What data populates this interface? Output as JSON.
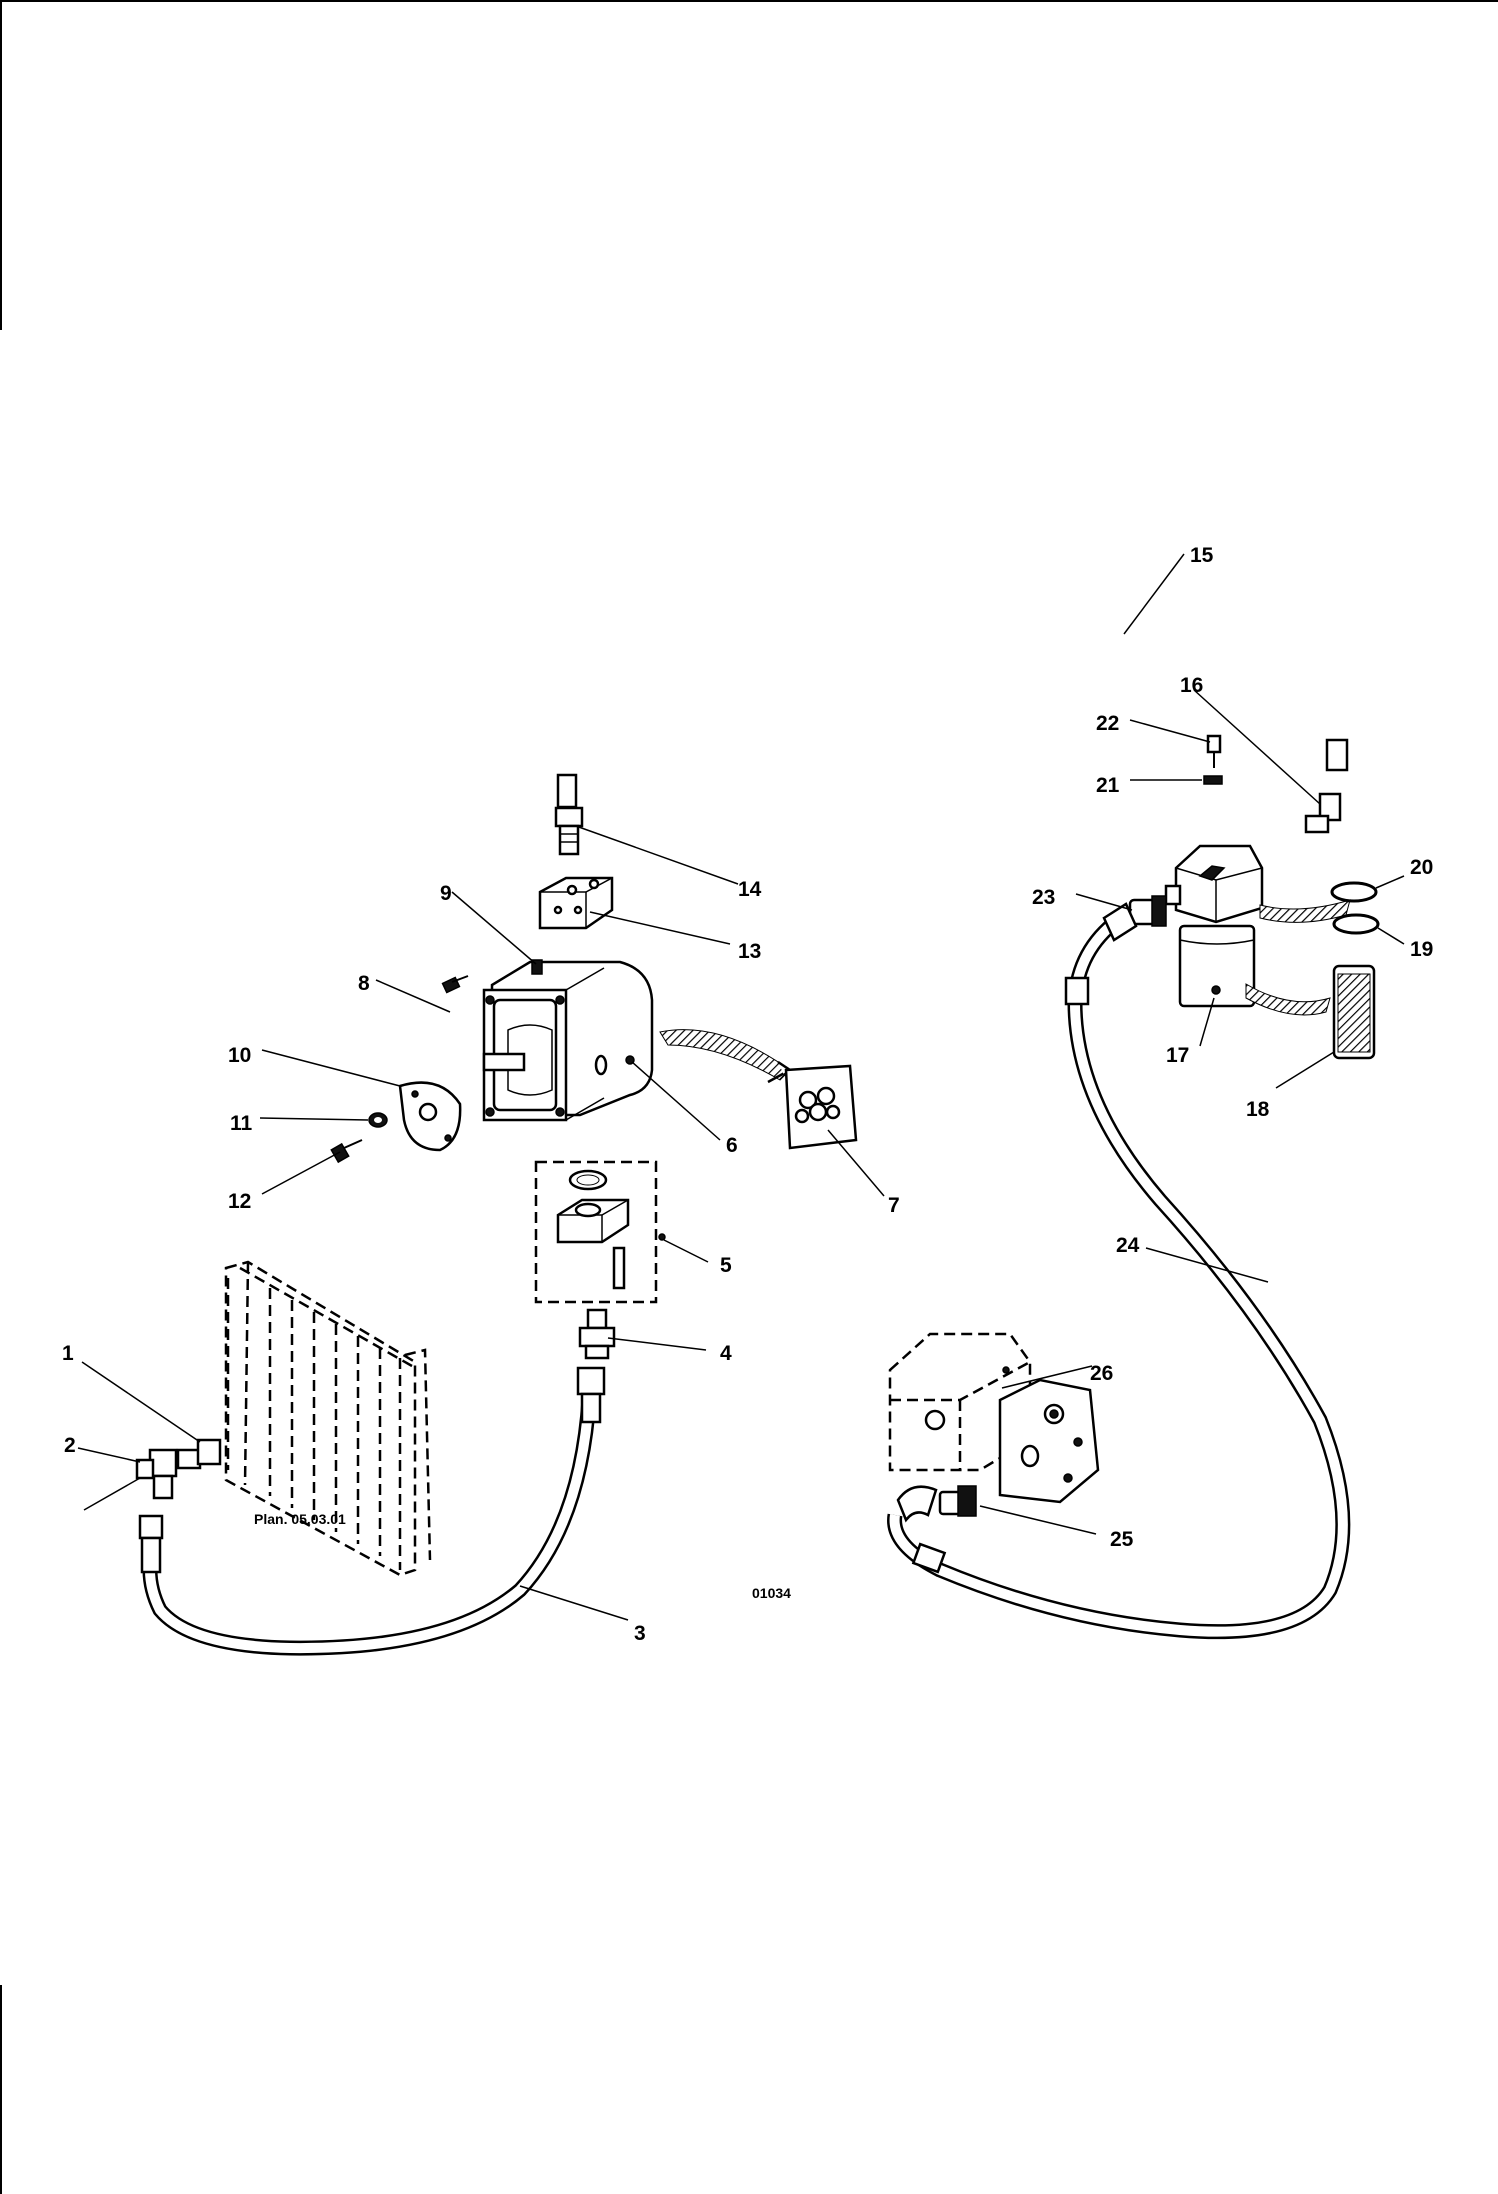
{
  "diagram": {
    "figure_id": "01034",
    "reference_note": "Plan. 05.03.01",
    "callouts": [
      "1",
      "2",
      "3",
      "4",
      "5",
      "6",
      "7",
      "8",
      "9",
      "10",
      "11",
      "12",
      "13",
      "14",
      "15",
      "16",
      "17",
      "18",
      "19",
      "20",
      "21",
      "22",
      "23",
      "24",
      "25",
      "26"
    ]
  }
}
